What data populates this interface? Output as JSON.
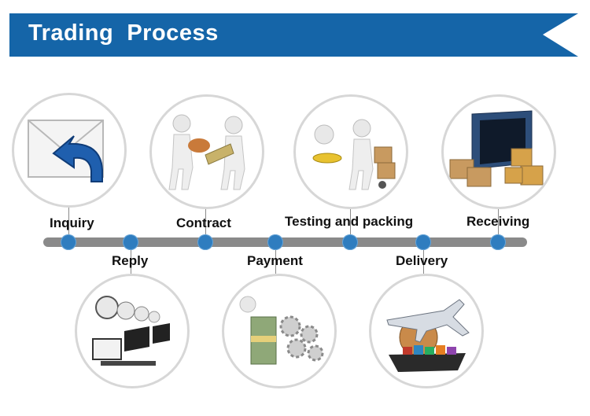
{
  "title": "Trading  Process",
  "colors": {
    "banner": "#1565a8",
    "dot": "#2f7dbf",
    "line": "#8a8a8a"
  },
  "steps": {
    "inquiry": {
      "label": "Inquiry",
      "icon": "envelope-icon"
    },
    "reply": {
      "label": "Reply",
      "icon": "call-center-icon"
    },
    "contract": {
      "label": "Contract",
      "icon": "handshake-contract-icon"
    },
    "payment": {
      "label": "Payment",
      "icon": "money-gears-icon"
    },
    "testing": {
      "label": "Testing and packing",
      "icon": "hand-truck-icon"
    },
    "delivery": {
      "label": "Delivery",
      "icon": "airplane-ship-icon"
    },
    "receiving": {
      "label": "Receiving",
      "icon": "container-boxes-icon"
    }
  }
}
